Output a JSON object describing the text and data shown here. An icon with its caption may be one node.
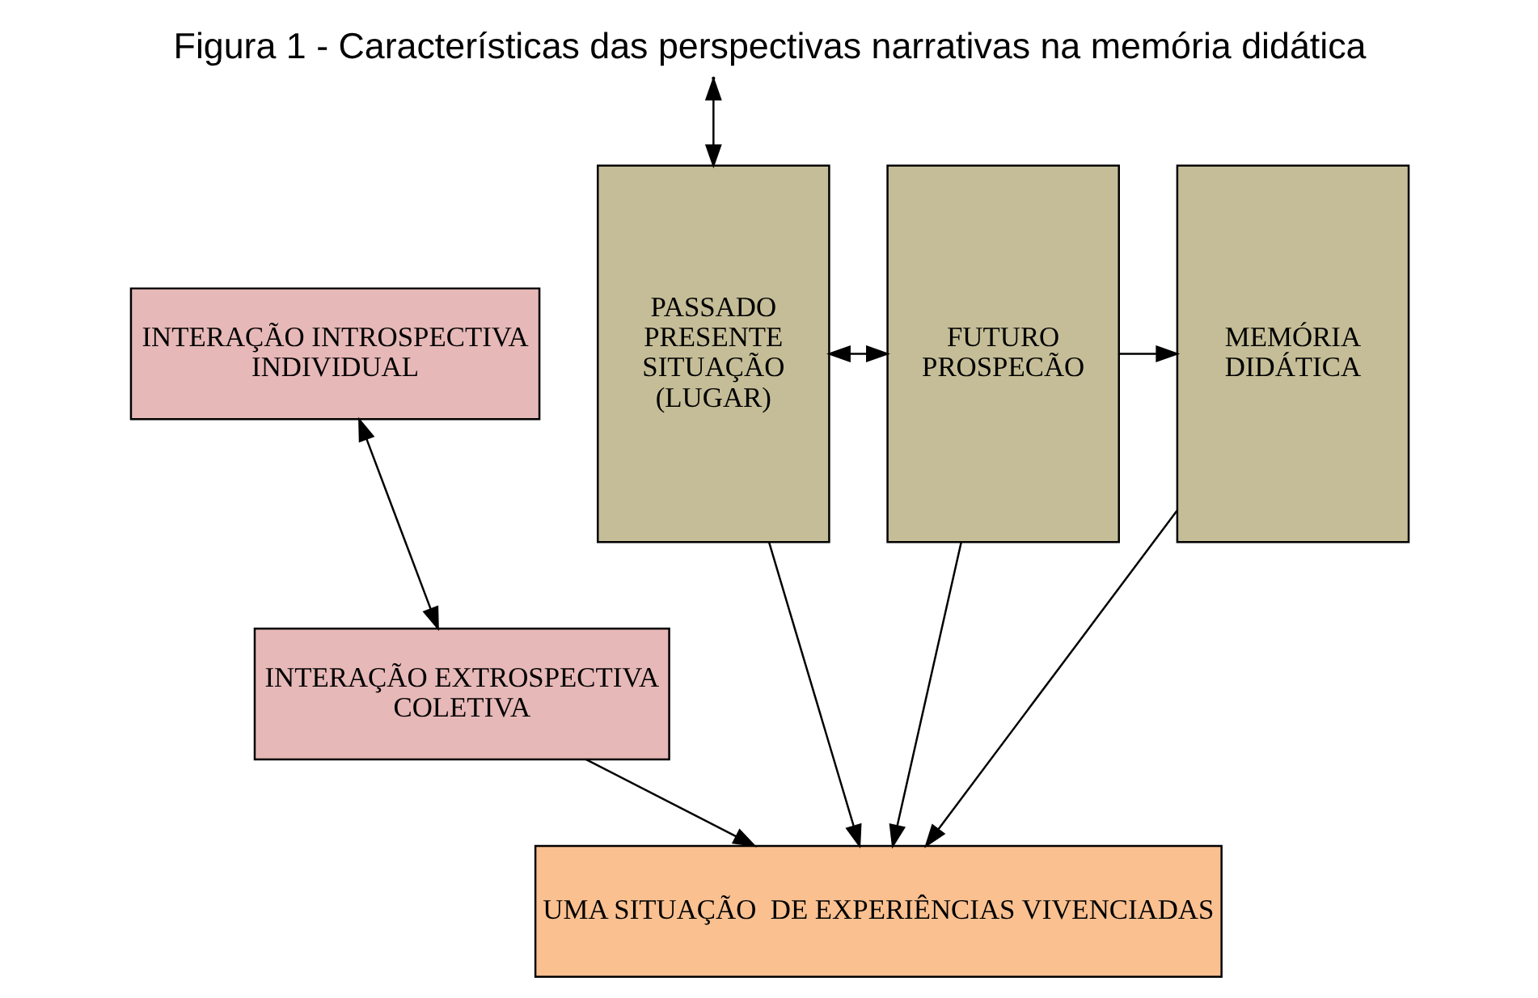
{
  "diagram": {
    "title": "Figura 1 - Características das perspectivas narrativas na memória didática",
    "nodes": [
      {
        "text": [
          "INTERAÇÃO INTROSPECTIVA INDIVIDUAL"
        ]
      },
      {
        "text": [
          "INTERAÇÃO EXTROSPECTIVA COLETIVA"
        ]
      },
      {
        "text": [
          "PASSADO PRESENTE SITUAÇÃO (LUGAR)"
        ]
      },
      {
        "text": [
          "FUTURO PROSPECÃO"
        ]
      },
      {
        "text": [
          "MEMÓRIA DIDÁTICA"
        ]
      },
      {
        "text": [
          "UMA SITUAÇÃO  DE EXPERIÊNCIAS VIVENCIADAS"
        ]
      }
    ],
    "edges": [
      {
        "from": 0,
        "to": 1,
        "arrow": "both"
      },
      {
        "from": null,
        "to": 2,
        "arrow": "both"
      },
      {
        "from": 2,
        "to": 3,
        "arrow": "both"
      },
      {
        "from": 3,
        "to": 4,
        "arrow": "to"
      },
      {
        "from": 2,
        "to": 5,
        "arrow": "to"
      },
      {
        "from": 3,
        "to": 5,
        "arrow": "to"
      },
      {
        "from": 1,
        "to": 5,
        "arrow": "to"
      },
      {
        "from": 4,
        "to": 5,
        "arrow": "to"
      }
    ]
  }
}
